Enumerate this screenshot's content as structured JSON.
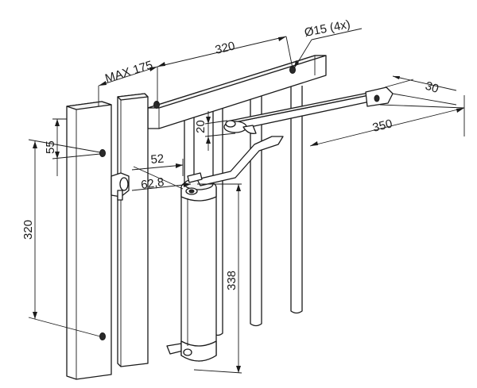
{
  "labels": {
    "max_175": "MAX 175",
    "d320_top": "320",
    "hole_dia": "Ø15 (4x)",
    "d30": "30",
    "d20": "20",
    "d350": "350",
    "d55": "55",
    "d52": "52",
    "d62_8": "62,8",
    "d320_left": "320",
    "d338": "338"
  },
  "colors": {
    "line": "#1a1a1a",
    "background": "#ffffff"
  }
}
